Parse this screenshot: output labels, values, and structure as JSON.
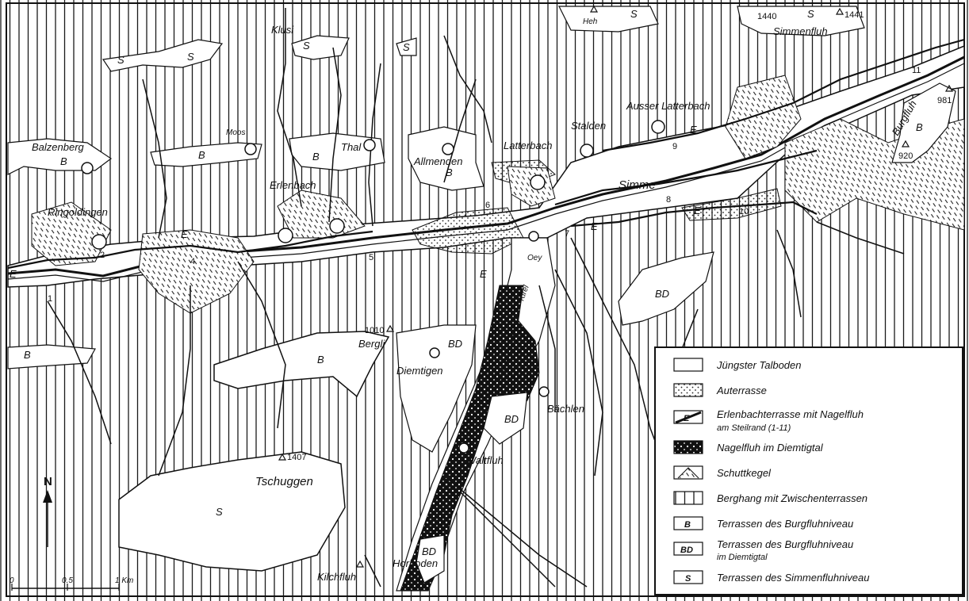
{
  "places": {
    "klusi": "Klusi",
    "heh": "Heh",
    "simmenfluh": "Simmenfluh",
    "elev_1440": "1440",
    "elev_1441": "1441",
    "ausser_latterbach": "Ausser Latterbach",
    "burgfluh": "Burgfluh",
    "elev_981": "981",
    "elev_920": "920",
    "balzenberg": "Balzenberg",
    "moos": "Moos",
    "thal": "Thal",
    "allmenden": "Allmenden",
    "latterbach": "Latterbach",
    "stalden": "Stalden",
    "simme": "Simme",
    "erlenbach": "Erlenbach",
    "ringoldingen": "Ringoldingen",
    "oey": "Oey",
    "kirel": "Kirel",
    "bergli": "Bergli",
    "elev_1010": "1010",
    "diemtigen": "Diemtigen",
    "baechlen": "Bächlen",
    "waltfluh": "Waltfluh",
    "tschuggen": "Tschuggen",
    "elev_1407": "1407",
    "kilchfluh": "Kilchfluh",
    "horboden": "Horboden"
  },
  "terrace_codes": {
    "s": "S",
    "b": "B",
    "bd": "BD",
    "e": "E"
  },
  "edge_numbers": [
    "1",
    "2",
    "4",
    "5",
    "6",
    "7",
    "8",
    "9",
    "10",
    "11"
  ],
  "north": "N",
  "scale": {
    "zero": "0",
    "half": "0.5",
    "one": "1 Km"
  },
  "legend": {
    "items": [
      {
        "text": "Jüngster Talboden"
      },
      {
        "text": "Auterrasse"
      },
      {
        "text": "Erlenbachterrasse mit Nagelfluh",
        "sub": "am Steilrand (1-11)",
        "key": "E"
      },
      {
        "text": "Nagelfluh im Diemtigtal"
      },
      {
        "text": "Schuttkegel"
      },
      {
        "text": "Berghang mit Zwischenterrassen"
      },
      {
        "text": "Terrassen des Burgfluhniveau",
        "key": "B"
      },
      {
        "text": "Terrassen des Burgfluhniveau",
        "sub": "im Diemtigtal",
        "key": "BD"
      },
      {
        "text": "Terrassen des Simmenfluhniveau",
        "key": "S"
      }
    ]
  }
}
